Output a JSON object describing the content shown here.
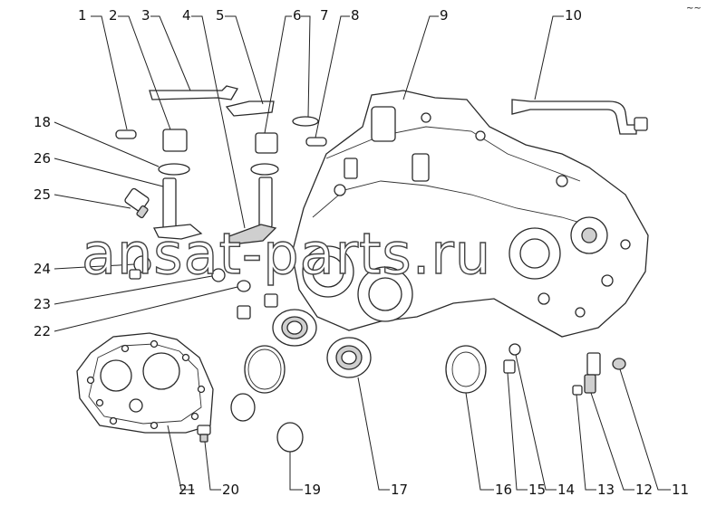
{
  "watermark": "ansat-parts.ru",
  "corner_mark": "~~",
  "callouts": [
    "1",
    "2",
    "3",
    "4",
    "5",
    "6",
    "7",
    "8",
    "9",
    "10",
    "11",
    "12",
    "13",
    "14",
    "15",
    "16",
    "17",
    "18",
    "19",
    "20",
    "21",
    "22",
    "23",
    "24",
    "25",
    "26"
  ]
}
